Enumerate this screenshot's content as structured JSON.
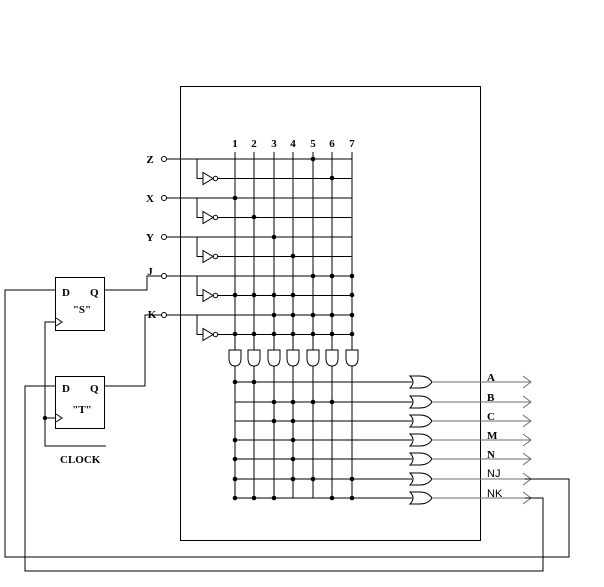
{
  "inputs": [
    "Z",
    "X",
    "Y",
    "J",
    "K"
  ],
  "columns": [
    "1",
    "2",
    "3",
    "4",
    "5",
    "6",
    "7"
  ],
  "flipflops": [
    {
      "d": "D",
      "q": "Q",
      "name": "\"S\""
    },
    {
      "d": "D",
      "q": "Q",
      "name": "\"T\""
    }
  ],
  "clock_label": "CLOCK",
  "outputs": [
    "A",
    "B",
    "C",
    "M",
    "N",
    "NJ",
    "NK"
  ],
  "and_connections": [
    [
      5
    ],
    [
      6
    ],
    [
      1
    ],
    [
      2
    ],
    [
      3
    ],
    [
      4
    ],
    [
      5,
      6,
      7
    ],
    [
      1,
      2,
      3,
      4,
      7
    ],
    [
      3,
      4,
      5,
      6,
      7
    ],
    [
      1,
      2,
      3,
      4,
      5,
      6,
      7
    ]
  ],
  "or_connections": [
    [
      1,
      2
    ],
    [
      3,
      4,
      5,
      6
    ],
    [
      3,
      4
    ],
    [
      1,
      4
    ],
    [
      1,
      4
    ],
    [
      1,
      4,
      5,
      7
    ],
    [
      1,
      2,
      3,
      6,
      7
    ]
  ]
}
